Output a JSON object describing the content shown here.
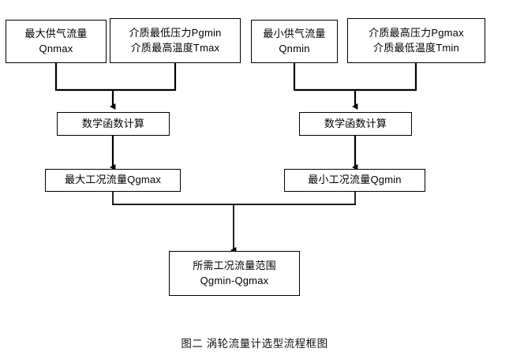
{
  "figure": {
    "caption": "图二  涡轮流量计选型流程框图"
  },
  "nodes": {
    "max_supply_flow": {
      "line1": "最大供气流量",
      "line2": "Qnmax"
    },
    "medium_min_pressure_max_temp": {
      "line1": "介质最低压力Pgmin",
      "line2": "介质最高温度Tmax"
    },
    "min_supply_flow": {
      "line1": "最小供气流量",
      "line2": "Qnmin"
    },
    "medium_max_pressure_min_temp": {
      "line1": "介质最高压力Pgmax",
      "line2": "介质最低温度Tmin"
    },
    "math_function_calc_left": {
      "line1": "数学函数计算"
    },
    "math_function_calc_right": {
      "line1": "数学函数计算"
    },
    "max_working_flow": {
      "line1": "最大工况流量Qgmax"
    },
    "min_working_flow": {
      "line1": "最小工况流量Qgmin"
    },
    "required_flow_range": {
      "line1": "所需工况流量范围",
      "line2": "Qgmin-Qgmax"
    }
  },
  "colors": {
    "stroke": "#000000",
    "background": "#ffffff",
    "text": "#000000"
  }
}
